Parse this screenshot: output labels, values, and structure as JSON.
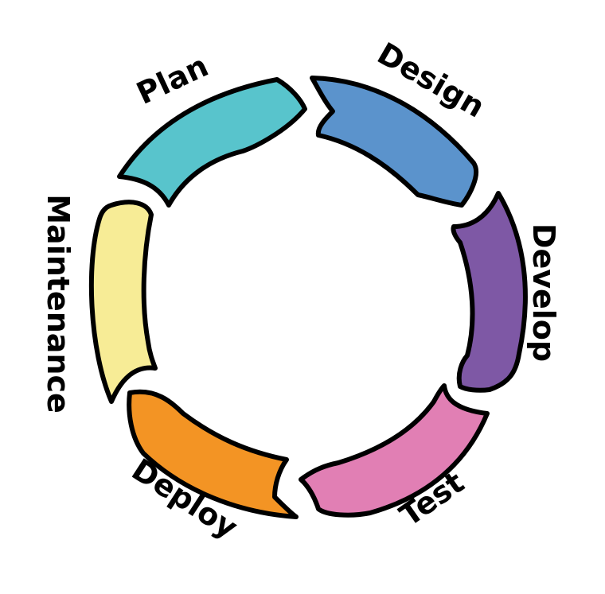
{
  "diagram": {
    "stages": [
      {
        "label": "Plan",
        "color": "#58C4CC"
      },
      {
        "label": "Design",
        "color": "#5B93CC"
      },
      {
        "label": "Develop",
        "color": "#7E58A5"
      },
      {
        "label": "Test",
        "color": "#E17FB4"
      },
      {
        "label": "Deploy",
        "color": "#F39424"
      },
      {
        "label": "Maintenance",
        "color": "#F7EC96"
      }
    ]
  }
}
